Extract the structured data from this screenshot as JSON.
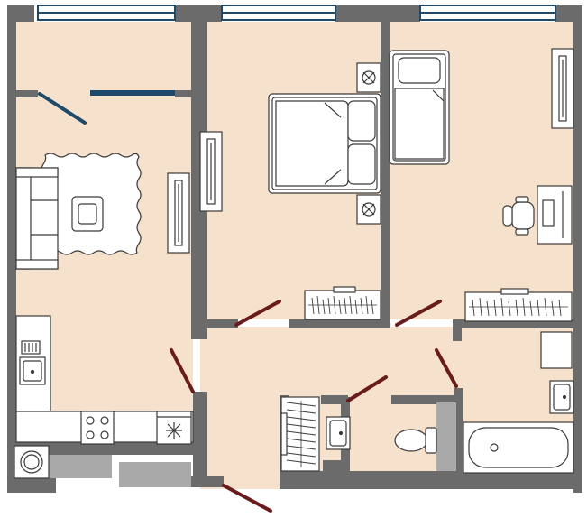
{
  "colors": {
    "wall": "#6b6b6b",
    "floor": "#f6e1cc",
    "window": "#1d4a6b",
    "door": "#6a1b1b",
    "furniture_stroke": "#3a3a3a",
    "furniture_fill": "#ffffff",
    "fixture_fill": "#a9a9a9"
  },
  "rooms": [
    {
      "name": "living-room"
    },
    {
      "name": "bedroom-1"
    },
    {
      "name": "bedroom-2"
    },
    {
      "name": "hallway"
    },
    {
      "name": "bathroom"
    },
    {
      "name": "toilet-room"
    }
  ],
  "icons": [
    "window",
    "door-swing",
    "sofa",
    "rug",
    "tv-unit",
    "bed-double",
    "bed-single",
    "nightstand-lamp",
    "office-chair",
    "desk",
    "wardrobe",
    "sink",
    "stove",
    "fridge",
    "toilet",
    "bathtub",
    "boiler"
  ]
}
